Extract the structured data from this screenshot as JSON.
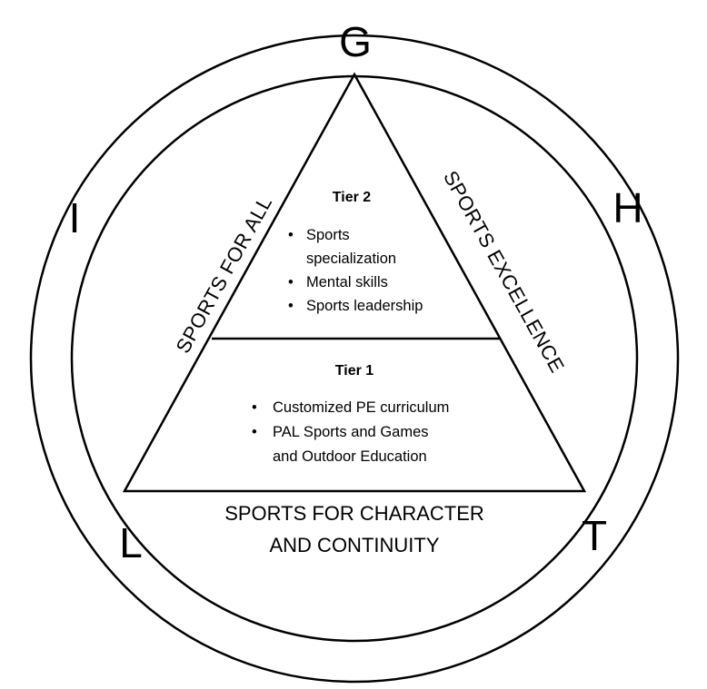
{
  "corner_letters": {
    "top": "G",
    "right": "H",
    "bottom_right": "T",
    "bottom_left": "L",
    "left": "I"
  },
  "side_labels": {
    "left": "SPORTS FOR ALL",
    "right": "SPORTS EXCELLENCE"
  },
  "base_label": {
    "line1": "SPORTS FOR CHARACTER",
    "line2": "AND CONTINUITY"
  },
  "tier2": {
    "title": "Tier 2",
    "bullet_symbol": "•",
    "items": [
      {
        "lines": [
          "Sports",
          "specialization"
        ]
      },
      {
        "lines": [
          "Mental skills"
        ]
      },
      {
        "lines": [
          "Sports leadership"
        ]
      }
    ]
  },
  "tier1": {
    "title": "Tier 1",
    "bullet_symbol": "•",
    "items": [
      {
        "lines": [
          "Customized PE curriculum"
        ]
      },
      {
        "lines": [
          "PAL Sports and Games",
          "and Outdoor Education"
        ]
      }
    ]
  }
}
